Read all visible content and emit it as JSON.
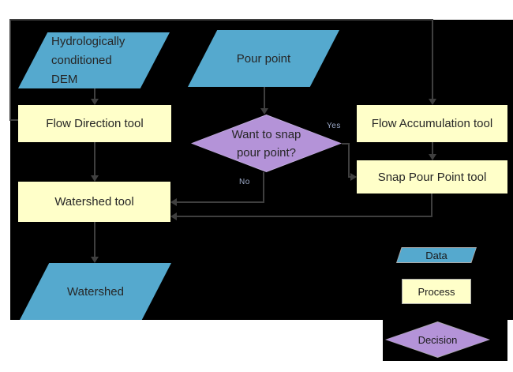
{
  "nodes": {
    "dem": {
      "label": "Hydrologically\nconditioned\nDEM",
      "type": "data"
    },
    "pour_point": {
      "label": "Pour point",
      "type": "data"
    },
    "flow_direction": {
      "label": "Flow Direction tool",
      "type": "process"
    },
    "flow_accumulation": {
      "label": "Flow Accumulation tool",
      "type": "process"
    },
    "snap_decision": {
      "label": "Want to snap\npour point?",
      "type": "decision"
    },
    "snap_pour_point": {
      "label": "Snap Pour Point tool",
      "type": "process"
    },
    "watershed_tool": {
      "label": "Watershed tool",
      "type": "process"
    },
    "watershed": {
      "label": "Watershed",
      "type": "data"
    }
  },
  "edges": [
    {
      "from": "dem",
      "to": "flow_direction",
      "label": ""
    },
    {
      "from": "pour_point",
      "to": "snap_decision",
      "label": ""
    },
    {
      "from": "flow_direction",
      "to": "flow_accumulation",
      "label": ""
    },
    {
      "from": "flow_direction",
      "to": "watershed_tool",
      "label": ""
    },
    {
      "from": "flow_accumulation",
      "to": "snap_pour_point",
      "label": ""
    },
    {
      "from": "snap_decision",
      "to": "snap_pour_point",
      "label": "Yes"
    },
    {
      "from": "snap_decision",
      "to": "watershed_tool",
      "label": "No"
    },
    {
      "from": "snap_pour_point",
      "to": "watershed_tool",
      "label": ""
    },
    {
      "from": "watershed_tool",
      "to": "watershed",
      "label": ""
    }
  ],
  "edge_labels": {
    "yes": "Yes",
    "no": "No"
  },
  "legend": {
    "data_label": "Data",
    "process_label": "Process",
    "decision_label": "Decision"
  },
  "colors": {
    "data_fill": "#55a9ce",
    "process_fill": "#ffffc9",
    "decision_fill": "#b493d8",
    "connector": "#3f3f3f",
    "canvas_background": "#000000",
    "page_background": "#ffffff"
  }
}
